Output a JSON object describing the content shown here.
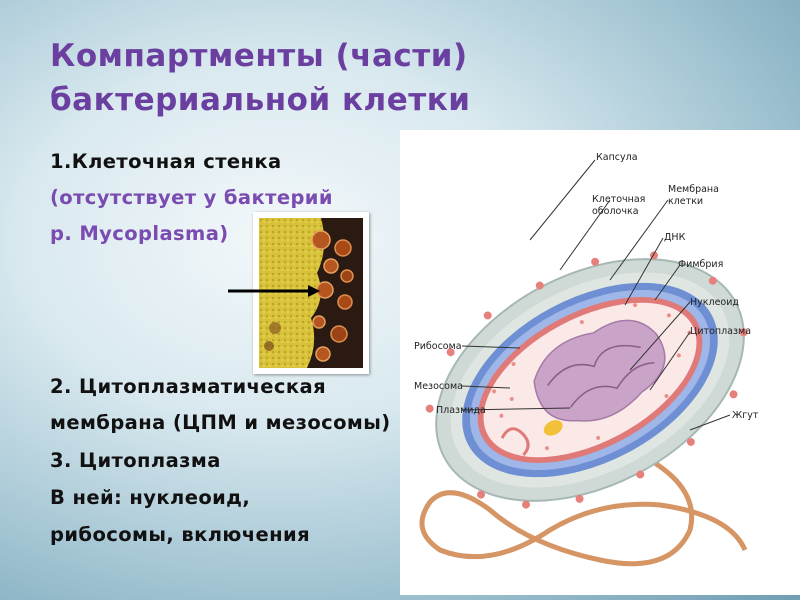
{
  "slide": {
    "title_line1": "Компартменты (части)",
    "title_line2": "бактериальной клетки",
    "items": [
      "1.Клеточная стенка",
      "(отсутствует у бактерий",
      "р. Mycoplasma)",
      "2. Цитоплазматическая",
      "мембрана (ЦПМ и мезосомы)",
      "3. Цитоплазма",
      "В ней: нуклеоид,",
      "рибосомы, включения"
    ]
  },
  "diagram": {
    "labels": {
      "capsule": "Капсула",
      "cell_wall_1": "Клеточная",
      "cell_wall_2": "оболочка",
      "membrane_1": "Мембрана",
      "membrane_2": "клетки",
      "dna": "ДНК",
      "fimbria": "Фимбрия",
      "nucleoid": "Нуклеоид",
      "cytoplasm": "Цитоплазма",
      "ribosome": "Рибосома",
      "mesosome": "Мезосома",
      "plasmid": "Плазмида",
      "flagellum": "Жгут"
    }
  },
  "colors": {
    "title": "#6b3fa0",
    "subtitle_text": "#7a4bb0",
    "body_text": "#111111"
  }
}
